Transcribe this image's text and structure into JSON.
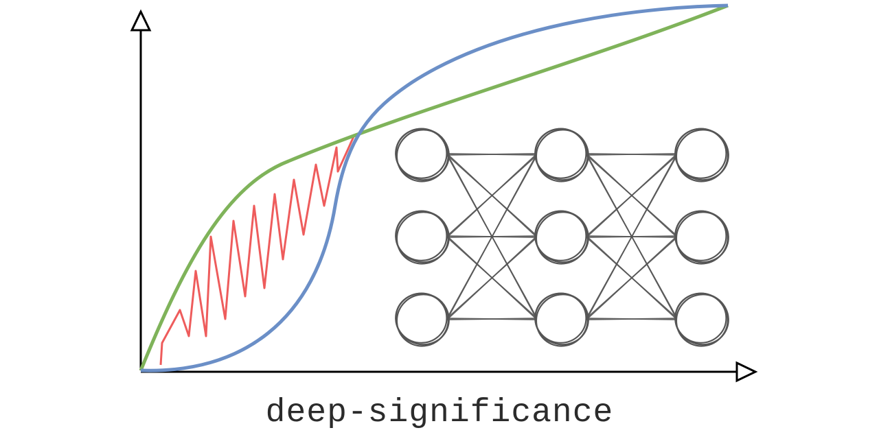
{
  "title": "deep-significance",
  "colors": {
    "axes": "#000000",
    "blue_curve": "#6b8fc7",
    "green_curve": "#7fb35a",
    "red_zigzag": "#ee5c5c",
    "network": "#555555"
  },
  "network": {
    "layers": [
      3,
      3,
      3
    ]
  }
}
